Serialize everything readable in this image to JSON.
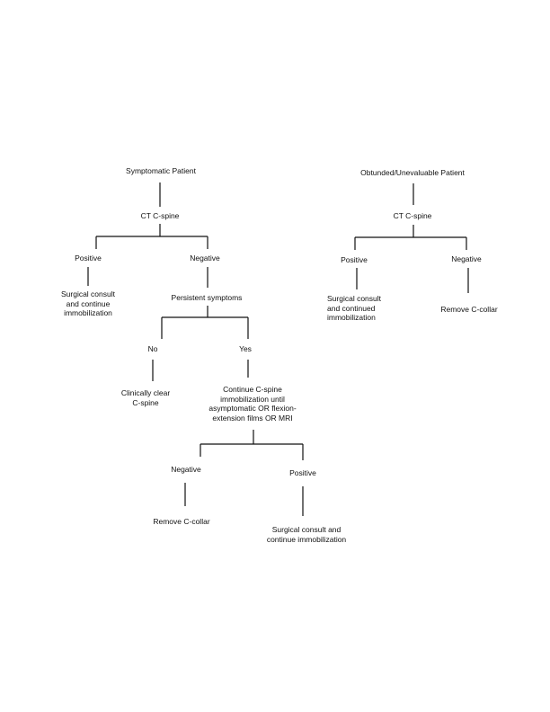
{
  "left_tree": {
    "root": "Symptomatic Patient",
    "ct": "CT C-spine",
    "positive": "Positive",
    "negative": "Negative",
    "surgical_consult": "Surgical consult and continue immobilization",
    "persistent": "Persistent symptoms",
    "no": "No",
    "yes": "Yes",
    "clinically_clear": "Clinically clear C-spine",
    "continue_immobilization": "Continue C-spine immobilization until asymptomatic OR flexion-extension films OR MRI",
    "final_negative": "Negative",
    "final_positive": "Positive",
    "remove_collar": "Remove C-collar",
    "final_surgical": "Surgical consult and continue immobilization"
  },
  "right_tree": {
    "root": "Obtunded/Unevaluable Patient",
    "ct": "CT C-spine",
    "positive": "Positive",
    "negative": "Negative",
    "surgical_consult": "Surgical consult and continued immobilization",
    "remove_collar": "Remove C-collar"
  }
}
